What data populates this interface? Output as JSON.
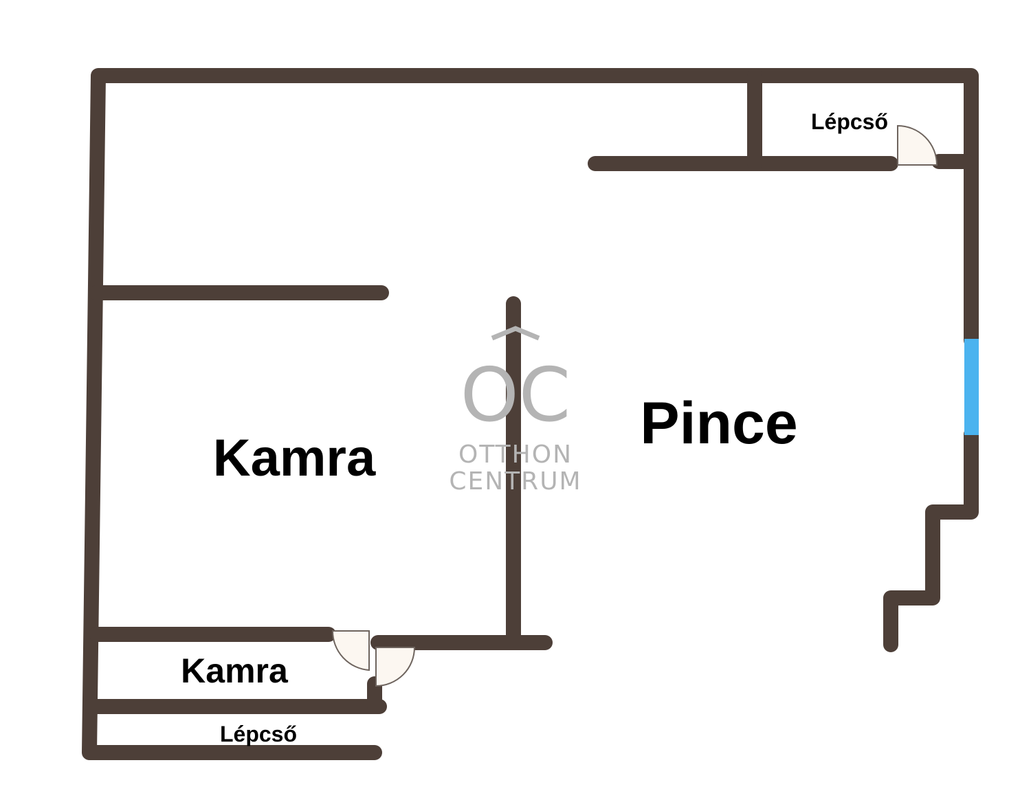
{
  "floorplan": {
    "rooms": [
      {
        "id": "kamra-large",
        "label": "Kamra"
      },
      {
        "id": "pince",
        "label": "Pince"
      },
      {
        "id": "lepcso-top",
        "label": "Lépcső"
      },
      {
        "id": "kamra-small",
        "label": "Kamra"
      },
      {
        "id": "lepcso-bottom",
        "label": "Lépcső"
      }
    ],
    "watermark": {
      "logo": "OC",
      "line1": "OTTHON",
      "line2": "CENTRUM"
    }
  },
  "colors": {
    "wall": "#4d3f38",
    "window": "#4bb3ef",
    "door_fill": "#fcf7f1",
    "door_stroke": "#6e645e",
    "watermark": "#b4b4b4"
  }
}
